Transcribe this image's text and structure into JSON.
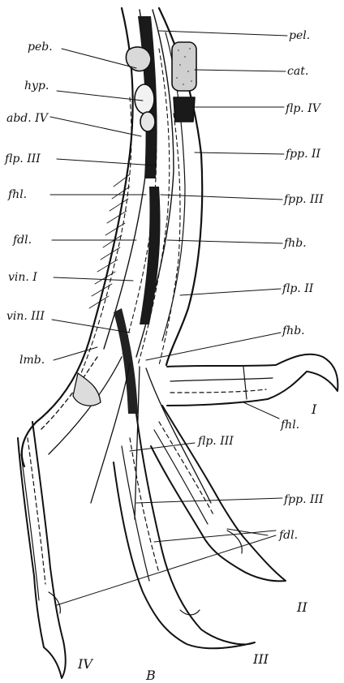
{
  "labels": {
    "peb": "peb.",
    "hyp": "hyp.",
    "abd4": "abd. IV",
    "flp3_left": "flp. III",
    "fhl_left": "fhl.",
    "fdl_left": "fdl.",
    "vin1": "vin. I",
    "vin3": "vin. III",
    "lmb": "lmb.",
    "pel": "pel.",
    "cat": "cat.",
    "flp4": "flp. IV",
    "fpp2": "fpp. II",
    "fpp3_top": "fpp. III",
    "fhb_top": "fhb.",
    "flp2": "flp. II",
    "fhb_mid": "fhb.",
    "fhl_right": "fhl.",
    "flp3_right": "flp. III",
    "fpp3_bottom": "fpp. III",
    "fdl_right": "fdl."
  },
  "digits": {
    "d1": "I",
    "d2": "II",
    "d3": "III",
    "d4": "IV"
  },
  "panel_letter": "B"
}
